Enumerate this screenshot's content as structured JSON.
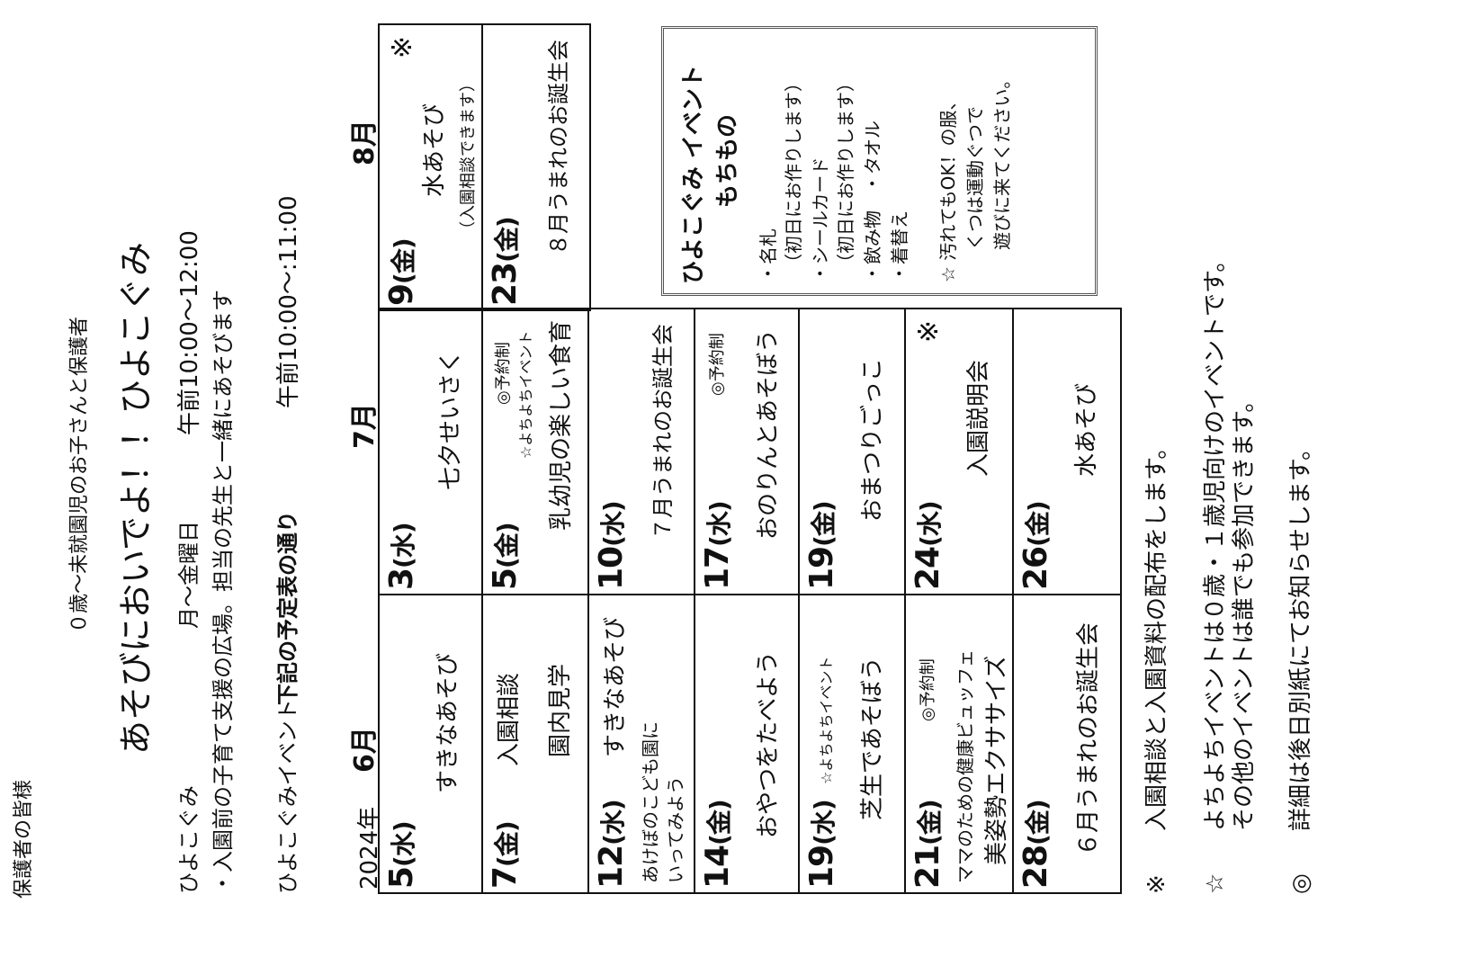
{
  "header": {
    "greeting": "保護者の皆様",
    "subtitle": "０歳～未就園児のお子さんと保護者",
    "title": "あそびにおいでよ！！ひよこぐみ"
  },
  "info": {
    "name": "ひよこぐみ",
    "days": "月～金曜日",
    "time": "午前10:00～12:00",
    "desc": "・入園前の子育て支援の広場。担当の先生と一緒にあそびます",
    "event_label": "ひよこぐみイベント",
    "event_note": "下記の予定表の通り",
    "event_time": "午前10:00～:11:00"
  },
  "calendar": {
    "year": "2024年",
    "months": [
      "6月",
      "7月",
      "8月"
    ],
    "june": [
      {
        "day": "5",
        "wd": "水",
        "text": "すきなあそび"
      },
      {
        "day": "7",
        "wd": "金",
        "text": "入園相談",
        "text2": "園内見学"
      },
      {
        "day": "12",
        "wd": "水",
        "text": "すきなあそび",
        "text2": "あけぼのこども園に",
        "text3": "いってみよう"
      },
      {
        "day": "14",
        "wd": "金",
        "text": "おやつをたべよう"
      },
      {
        "day": "19",
        "wd": "水",
        "tag": "☆よちよちイベント",
        "text": "芝生であそぼう"
      },
      {
        "day": "21",
        "wd": "金",
        "tag": "◎予約制",
        "text": "ママのための健康ビュッフェ",
        "text2": "美姿勢エクササイズ"
      },
      {
        "day": "28",
        "wd": "金",
        "text": "６月うまれのお誕生会"
      }
    ],
    "july": [
      {
        "day": "3",
        "wd": "水",
        "text": "七夕せいさく"
      },
      {
        "day": "5",
        "wd": "金",
        "tag": "◎予約制",
        "tag2": "☆よちよちイベント",
        "text": "乳幼児の楽しい食育"
      },
      {
        "day": "10",
        "wd": "水",
        "text": "７月うまれのお誕生会"
      },
      {
        "day": "17",
        "wd": "水",
        "tag": "◎予約制",
        "text": "おのりんとあそぼう"
      },
      {
        "day": "19",
        "wd": "金",
        "text": "おまつりごっこ"
      },
      {
        "day": "24",
        "wd": "水",
        "mark": "※",
        "text": "入園説明会"
      },
      {
        "day": "26",
        "wd": "金",
        "text": "水あそび"
      }
    ],
    "august": [
      {
        "day": "9",
        "wd": "金",
        "mark": "※",
        "text": "水あそび",
        "text2": "（入園相談できます）"
      },
      {
        "day": "23",
        "wd": "金",
        "text": "８月うまれのお誕生会"
      }
    ]
  },
  "box": {
    "title": "ひよこぐみ イベント",
    "subtitle": "もちもの",
    "items": [
      "・名札",
      "（初日にお作りします）",
      "・シールカード",
      "（初日にお作りします）",
      "・飲み物　・タオル",
      "・着替え",
      "☆ 汚れてもOK！の服、",
      "くつは運動ぐつで",
      "遊びに来てください。"
    ]
  },
  "footer": [
    {
      "sym": "※",
      "text": "入園相談と入園資料の配布をします。"
    },
    {
      "sym": "☆",
      "text": "よちよちイベントは０歳・１歳児向けのイベントです。",
      "text2": "その他のイベントは誰でも参加できます。"
    },
    {
      "sym": "◎",
      "text": "詳細は後日別紙にてお知らせします。"
    }
  ]
}
